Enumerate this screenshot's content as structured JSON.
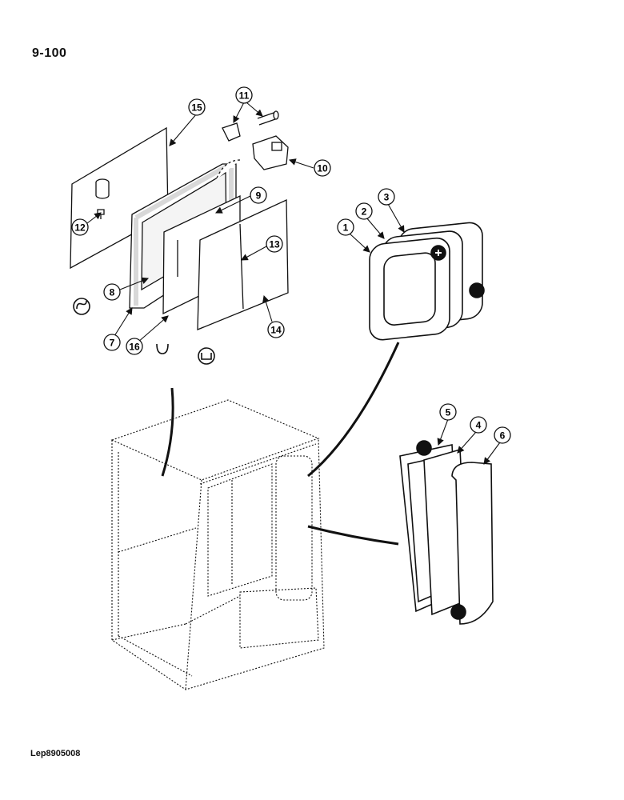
{
  "header": {
    "page_code": "9-100"
  },
  "footer": {
    "reference_code": "Lep8905008"
  },
  "callouts": [
    {
      "id": "c1",
      "label": "1"
    },
    {
      "id": "c2",
      "label": "2"
    },
    {
      "id": "c3",
      "label": "3"
    },
    {
      "id": "c4",
      "label": "4"
    },
    {
      "id": "c5",
      "label": "5"
    },
    {
      "id": "c6",
      "label": "6"
    },
    {
      "id": "c7",
      "label": "7"
    },
    {
      "id": "c8",
      "label": "8"
    },
    {
      "id": "c9",
      "label": "9"
    },
    {
      "id": "c10",
      "label": "10"
    },
    {
      "id": "c11",
      "label": "11"
    },
    {
      "id": "c12",
      "label": "12"
    },
    {
      "id": "c13",
      "label": "13"
    },
    {
      "id": "c14",
      "label": "14"
    },
    {
      "id": "c15",
      "label": "15"
    },
    {
      "id": "c16",
      "label": "16"
    }
  ]
}
